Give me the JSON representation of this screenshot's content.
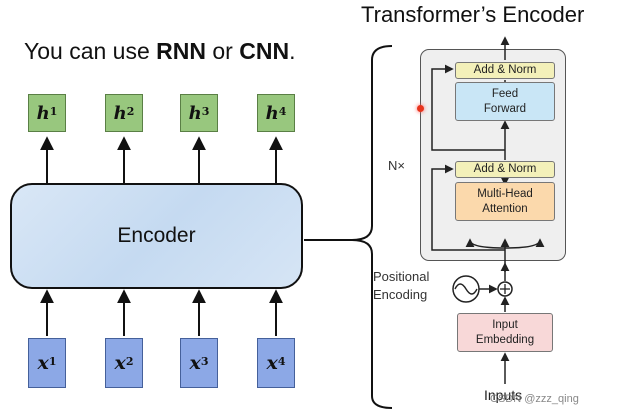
{
  "left_title": {
    "prefix": "You can use ",
    "option_a": "RNN",
    "middle": " or ",
    "option_b": "CNN",
    "suffix": "."
  },
  "right_title": "Transformer’s Encoder",
  "outputs": [
    {
      "symbol": "h",
      "index": "1"
    },
    {
      "symbol": "h",
      "index": "2"
    },
    {
      "symbol": "h",
      "index": "3"
    },
    {
      "symbol": "h",
      "index": "4"
    }
  ],
  "inputs_seq": [
    {
      "symbol": "x",
      "index": "1"
    },
    {
      "symbol": "x",
      "index": "2"
    },
    {
      "symbol": "x",
      "index": "3"
    },
    {
      "symbol": "x",
      "index": "4"
    }
  ],
  "encoder_label": "Encoder",
  "transformer": {
    "repeat_label": "N×",
    "add_norm_label": "Add & Norm",
    "feed_forward_line1": "Feed",
    "feed_forward_line2": "Forward",
    "attention_line1": "Multi-Head",
    "attention_line2": "Attention",
    "embedding_line1": "Input",
    "embedding_line2": "Embedding",
    "positional_line1": "Positional",
    "positional_line2": "Encoding",
    "inputs_label": "Inputs"
  },
  "watermark": "CSDN @zzz_qing"
}
